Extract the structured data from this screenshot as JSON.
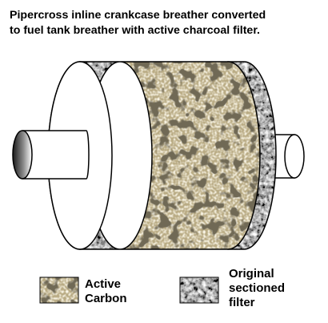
{
  "title": {
    "line1": "Pipercross inline crankcase breather converted",
    "line2": "to fuel tank breather with active charcoal filter."
  },
  "legend": {
    "active_carbon": {
      "line1": "Active",
      "line2": "Carbon"
    },
    "sectioned_filter": {
      "line1": "Original",
      "line2": "sectioned",
      "line3": "filter"
    }
  },
  "colors": {
    "background": "#ffffff",
    "outline": "#000000",
    "carbon_base": "#b9ab84",
    "carbon_crack": "#2a2416",
    "filter_foam": "#8e8e8e"
  }
}
